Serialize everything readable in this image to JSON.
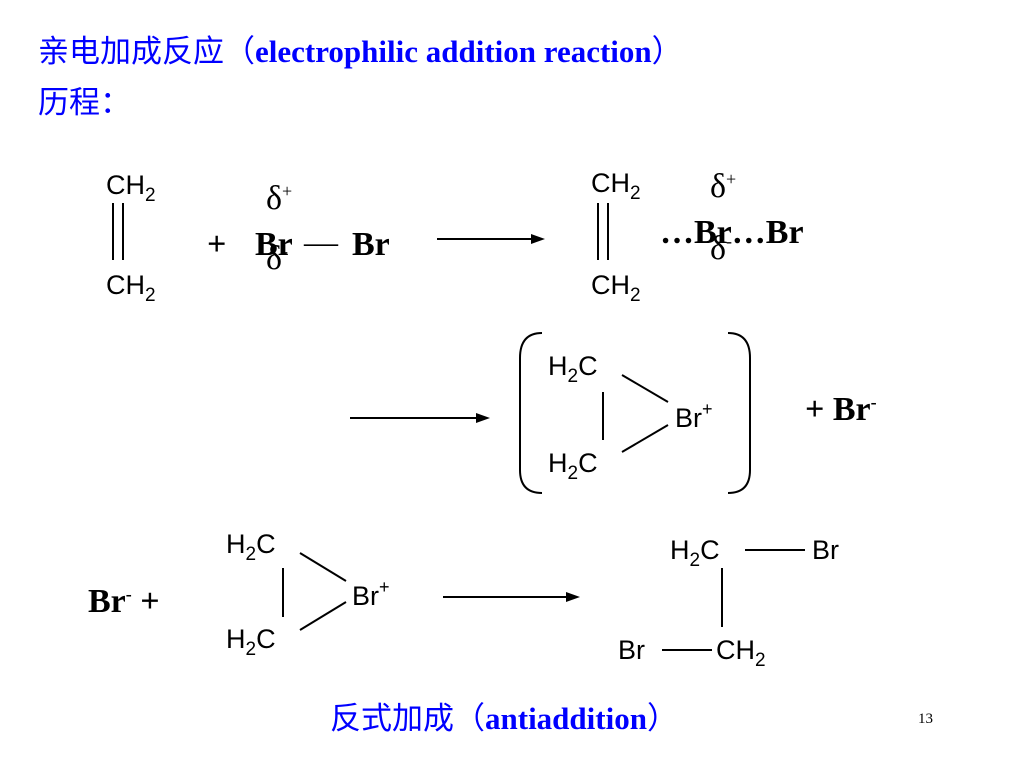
{
  "title": {
    "zh": "亲电加成反应（",
    "en": "electrophilic addition reaction",
    "close": "）",
    "line2": "历程："
  },
  "step1": {
    "ethylene_top": "CH",
    "ethylene_bottom": "CH",
    "sub2": "2",
    "plus": "+",
    "br_left": "Br",
    "bond": "—",
    "br_right": "Br",
    "delta_plus": "δ",
    "delta_minus": "δ",
    "plus_sign": "+",
    "minus_sign": "-"
  },
  "step1_product": {
    "ethylene_top": "CH",
    "ethylene_bottom": "CH",
    "complex": "…Br…Br",
    "delta_plus": "δ",
    "delta_minus": "δ"
  },
  "step2": {
    "h2c_top": "H",
    "h2c_bottom": "H",
    "c": "C",
    "br": "Br",
    "charge": "+",
    "plus_bromide": "+  Br",
    "bromide_charge": "-"
  },
  "step3": {
    "bromide": "Br",
    "bromide_charge": "-",
    "plus": "+",
    "h2c_top": "H",
    "h2c_bottom": "H",
    "c": "C",
    "br": "Br",
    "charge": "+",
    "prod_top": "H",
    "prod_top_c": "C",
    "prod_br_right": "Br",
    "prod_br_left": "Br",
    "prod_bottom": "CH"
  },
  "footer": {
    "zh": "反式加成（",
    "en": "antiaddition",
    "close": "）",
    "page": "13"
  }
}
